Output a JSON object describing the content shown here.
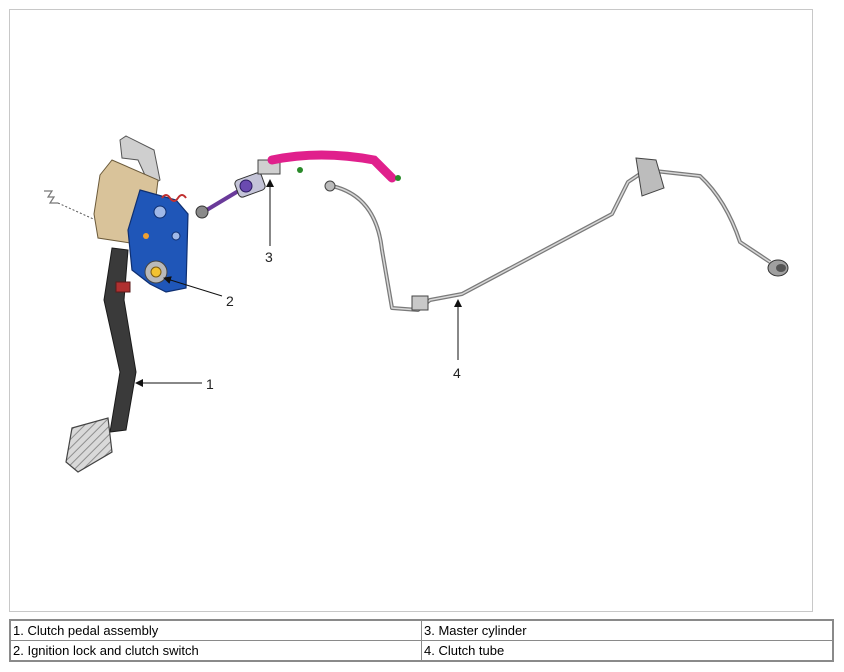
{
  "callouts": [
    "1",
    "2",
    "3",
    "4"
  ],
  "legend": {
    "rows": [
      [
        "1. Clutch pedal assembly",
        "3. Master cylinder"
      ],
      [
        "2. Ignition lock and clutch switch",
        "4. Clutch tube"
      ]
    ]
  },
  "colors": {
    "bracket": "#1f56b8",
    "hose": "#e0208c",
    "pedal": "#3a3a3a",
    "tube": "#8c8c8c",
    "plate": "#d9c39a"
  }
}
